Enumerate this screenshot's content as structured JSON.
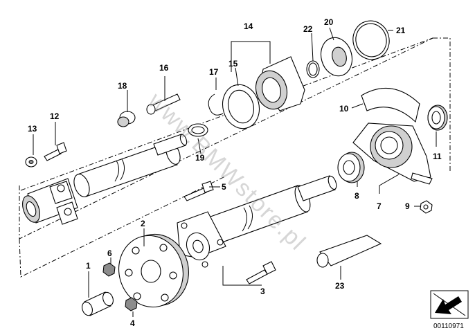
{
  "watermark": "www.BMWstore.pl",
  "reference_code": "00110971",
  "part_labels": [
    {
      "id": "1",
      "text": "1"
    },
    {
      "id": "2",
      "text": "2"
    },
    {
      "id": "3",
      "text": "3"
    },
    {
      "id": "4",
      "text": "4"
    },
    {
      "id": "5",
      "text": "5"
    },
    {
      "id": "6",
      "text": "6"
    },
    {
      "id": "7",
      "text": "7"
    },
    {
      "id": "8",
      "text": "8"
    },
    {
      "id": "9",
      "text": "9"
    },
    {
      "id": "10",
      "text": "10"
    },
    {
      "id": "11",
      "text": "11"
    },
    {
      "id": "12",
      "text": "12"
    },
    {
      "id": "13",
      "text": "13"
    },
    {
      "id": "14",
      "text": "14"
    },
    {
      "id": "15",
      "text": "15"
    },
    {
      "id": "16",
      "text": "16"
    },
    {
      "id": "17",
      "text": "17"
    },
    {
      "id": "18",
      "text": "18"
    },
    {
      "id": "19",
      "text": "19"
    },
    {
      "id": "20",
      "text": "20"
    },
    {
      "id": "21",
      "text": "21"
    },
    {
      "id": "22",
      "text": "22"
    },
    {
      "id": "23",
      "text": "23"
    }
  ],
  "colors": {
    "line": "#000000",
    "shade": "#d0d0d0",
    "watermark": "#8a8a8a"
  },
  "icons": {
    "corner": "arrow-icon"
  }
}
